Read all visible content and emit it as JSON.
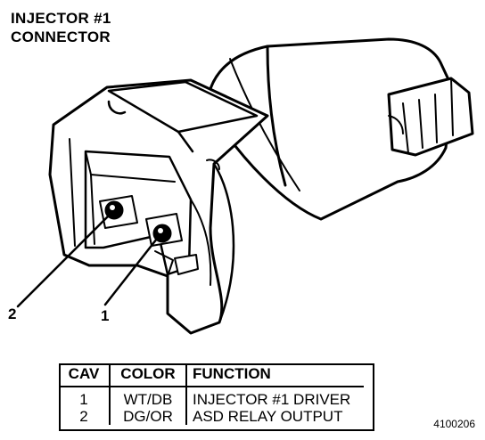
{
  "title": {
    "line1": "INJECTOR #1",
    "line2": "CONNECTOR"
  },
  "callouts": {
    "pin2": "2",
    "pin1": "1"
  },
  "table": {
    "headers": [
      "CAV",
      "COLOR",
      "FUNCTION"
    ],
    "rows": [
      [
        "1",
        "WT/DB",
        "INJECTOR #1 DRIVER"
      ],
      [
        "2",
        "DG/OR",
        "ASD RELAY OUTPUT"
      ]
    ]
  },
  "figure_id": "4100206"
}
